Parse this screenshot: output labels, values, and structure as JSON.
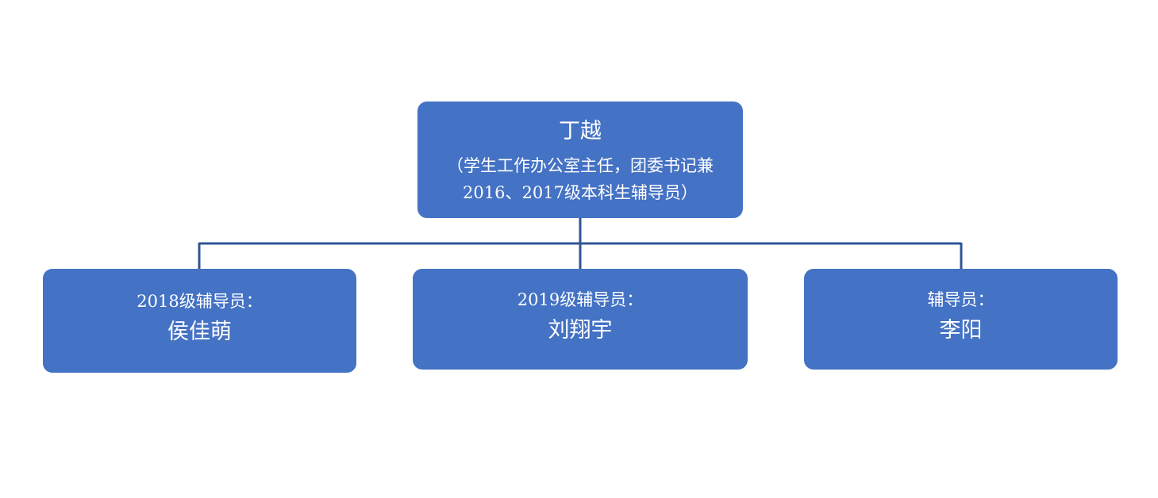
{
  "diagram": {
    "colors": {
      "node_fill": "#4472c4",
      "connector": "#2f5597",
      "text": "#ffffff",
      "background": "#ffffff"
    },
    "root": {
      "name": "丁越",
      "description_line1": "（学生工作办公室主任，团委书记兼",
      "description_line2": "2016、2017级本科生辅导员）"
    },
    "children": [
      {
        "role": "2018级辅导员：",
        "name": "侯佳萌"
      },
      {
        "role": "2019级辅导员：",
        "name": "刘翔宇"
      },
      {
        "role": "辅导员：",
        "name": "李阳"
      }
    ]
  }
}
